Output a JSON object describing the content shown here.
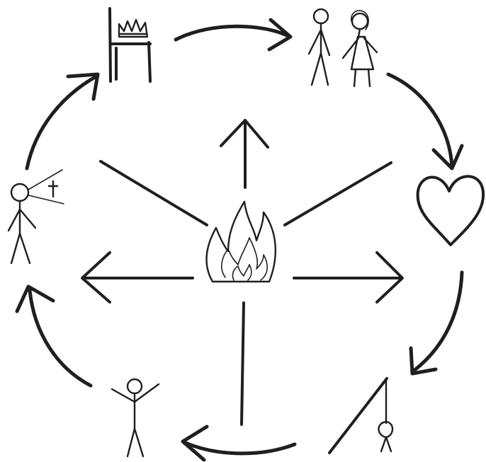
{
  "diagram": {
    "ink_color": "#1f1f1f",
    "background": "#ffffff",
    "nodes": [
      {
        "id": "throne",
        "icon": "throne-with-crown-icon"
      },
      {
        "id": "couple",
        "icon": "couple-icon"
      },
      {
        "id": "heart",
        "icon": "heart-icon"
      },
      {
        "id": "hanged",
        "icon": "hanged-figure-icon"
      },
      {
        "id": "arms_raised",
        "icon": "person-arms-raised-icon"
      },
      {
        "id": "preacher",
        "icon": "preacher-with-cross-icon"
      }
    ],
    "center": {
      "icon": "fire-icon"
    },
    "cycle_order": [
      "throne",
      "couple",
      "heart",
      "hanged",
      "arms_raised",
      "preacher"
    ]
  }
}
